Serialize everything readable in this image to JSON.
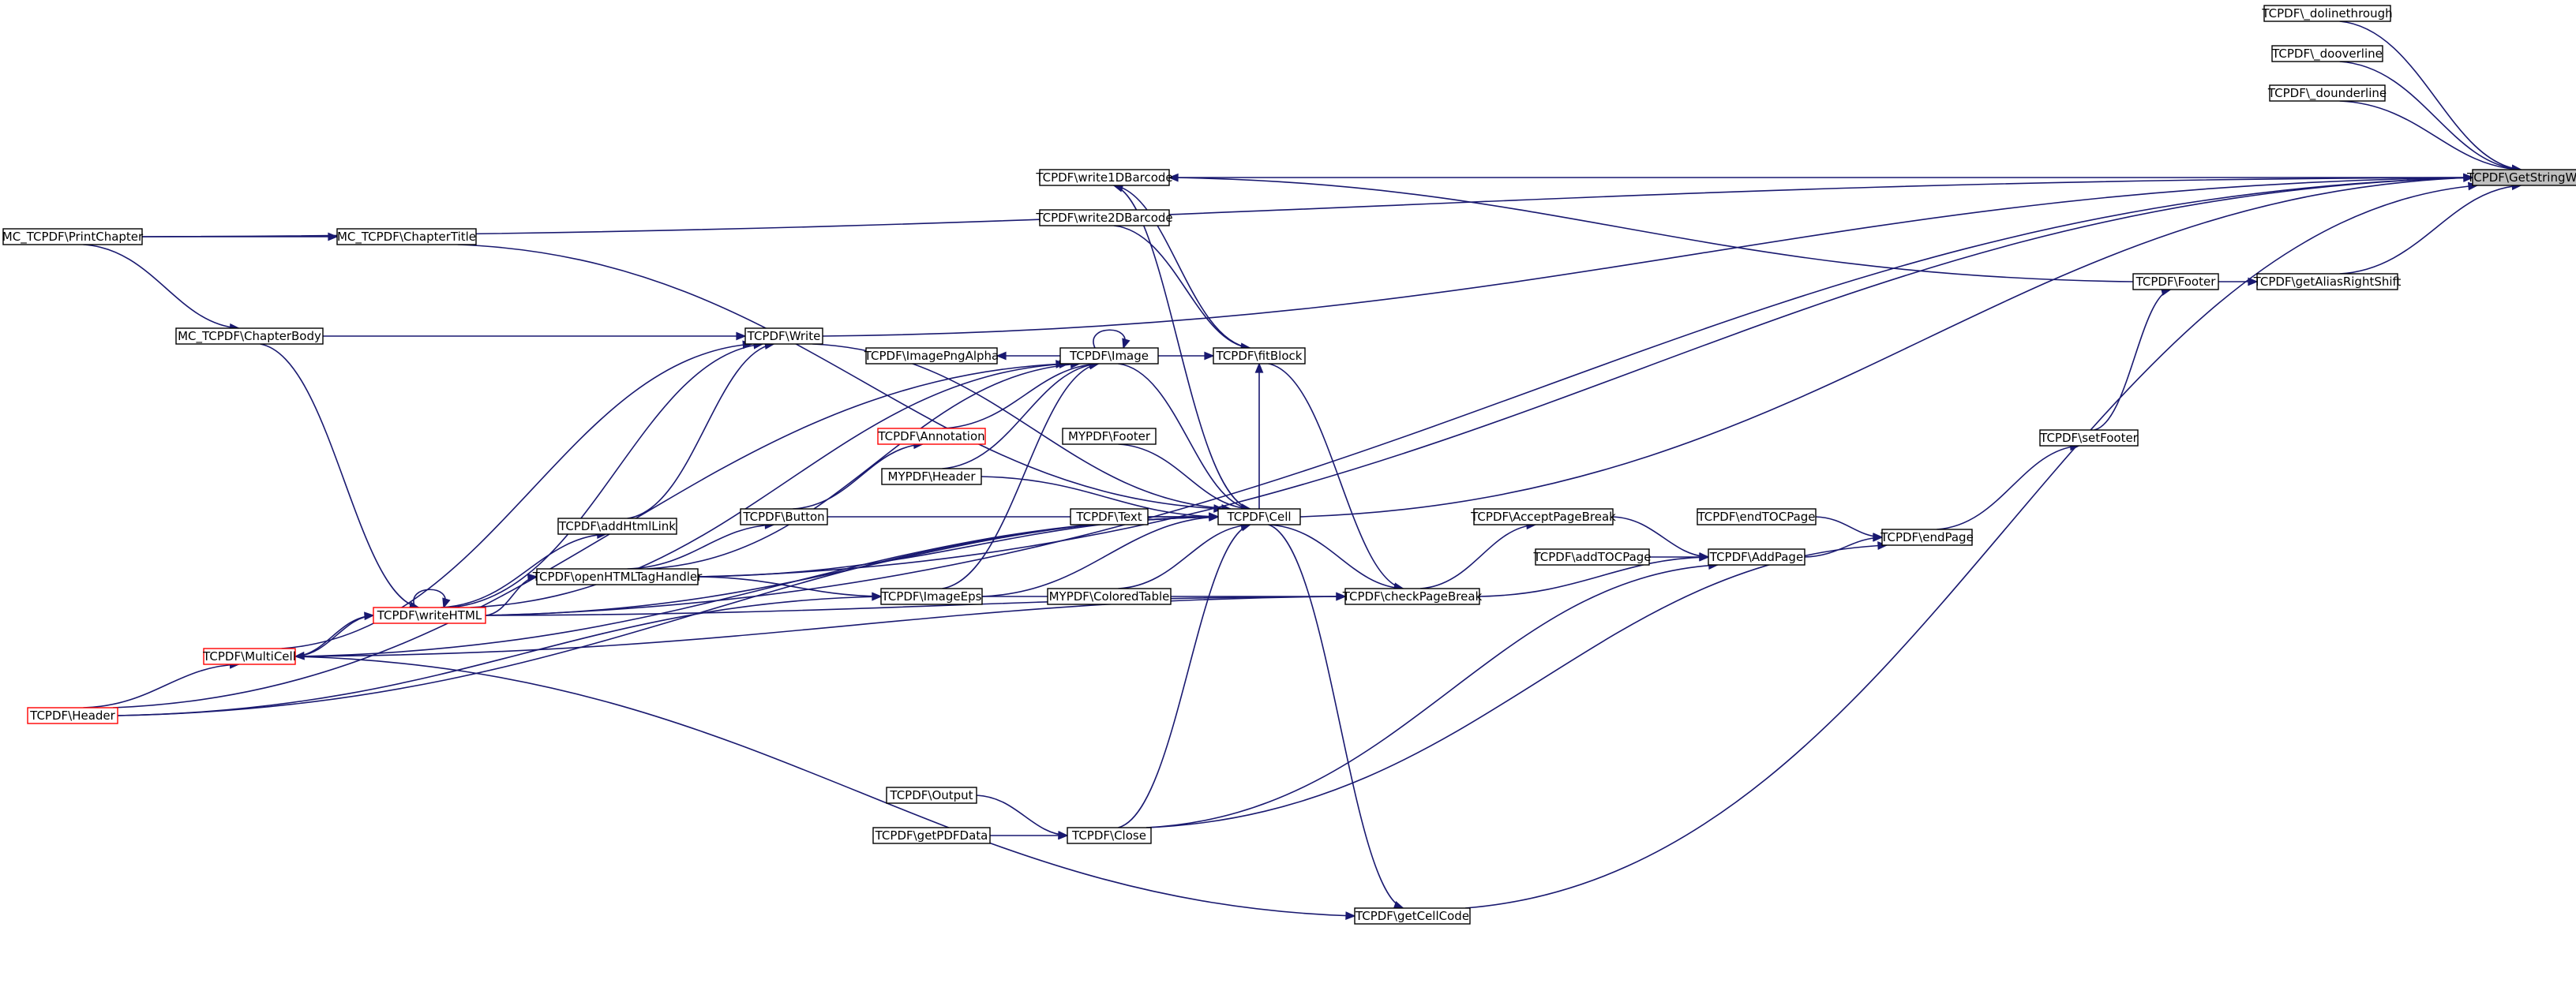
{
  "colors": {
    "edge": "#191970",
    "node_border": "#000000",
    "node_border_truncated": "#ff0000",
    "root_fill": "#bfbfbf",
    "background": "#ffffff"
  },
  "nodes": [
    {
      "id": "getstringwidth",
      "label": "TCPDF\\GetStringWidth",
      "style": "root"
    },
    {
      "id": "dolinethrough",
      "label": "TCPDF\\_dolinethrough",
      "style": "normal"
    },
    {
      "id": "dooverline",
      "label": "TCPDF\\_dooverline",
      "style": "normal"
    },
    {
      "id": "dounderline",
      "label": "TCPDF\\_dounderline",
      "style": "normal"
    },
    {
      "id": "getaliasrightshift",
      "label": "TCPDF\\getAliasRightShift",
      "style": "normal"
    },
    {
      "id": "footer",
      "label": "TCPDF\\Footer",
      "style": "normal"
    },
    {
      "id": "setfooter",
      "label": "TCPDF\\setFooter",
      "style": "normal"
    },
    {
      "id": "endpage",
      "label": "TCPDF\\endPage",
      "style": "normal"
    },
    {
      "id": "endtocpage",
      "label": "TCPDF\\endTOCPage",
      "style": "normal"
    },
    {
      "id": "addpage",
      "label": "TCPDF\\AddPage",
      "style": "normal"
    },
    {
      "id": "addtocpage",
      "label": "TCPDF\\addTOCPage",
      "style": "normal"
    },
    {
      "id": "acceptpagebreak",
      "label": "TCPDF\\AcceptPageBreak",
      "style": "normal"
    },
    {
      "id": "checkpagebreak",
      "label": "TCPDF\\checkPageBreak",
      "style": "normal"
    },
    {
      "id": "getcellcode",
      "label": "TCPDF\\getCellCode",
      "style": "normal"
    },
    {
      "id": "cell",
      "label": "TCPDF\\Cell",
      "style": "normal"
    },
    {
      "id": "fitblock",
      "label": "TCPDF\\fitBlock",
      "style": "normal"
    },
    {
      "id": "write1dbarcode",
      "label": "TCPDF\\write1DBarcode",
      "style": "normal"
    },
    {
      "id": "write2dbarcode",
      "label": "TCPDF\\write2DBarcode",
      "style": "normal"
    },
    {
      "id": "image",
      "label": "TCPDF\\Image",
      "style": "normal"
    },
    {
      "id": "imagepngalpha",
      "label": "TCPDF\\ImagePngAlpha",
      "style": "normal"
    },
    {
      "id": "annotation",
      "label": "TCPDF\\Annotation",
      "style": "red"
    },
    {
      "id": "mypdffooter",
      "label": "MYPDF\\Footer",
      "style": "normal"
    },
    {
      "id": "mypdfheader",
      "label": "MYPDF\\Header",
      "style": "normal"
    },
    {
      "id": "text",
      "label": "TCPDF\\Text",
      "style": "normal"
    },
    {
      "id": "coloredtable",
      "label": "MYPDF\\ColoredTable",
      "style": "normal"
    },
    {
      "id": "imageeps",
      "label": "TCPDF\\ImageEps",
      "style": "normal"
    },
    {
      "id": "close",
      "label": "TCPDF\\Close",
      "style": "normal"
    },
    {
      "id": "output",
      "label": "TCPDF\\Output",
      "style": "normal"
    },
    {
      "id": "getpdfdata",
      "label": "TCPDF\\getPDFData",
      "style": "normal"
    },
    {
      "id": "write",
      "label": "TCPDF\\Write",
      "style": "normal"
    },
    {
      "id": "addhtmllink",
      "label": "TCPDF\\addHtmlLink",
      "style": "normal"
    },
    {
      "id": "button",
      "label": "TCPDF\\Button",
      "style": "normal"
    },
    {
      "id": "openhtmltaghandler",
      "label": "TCPDF\\openHTMLTagHandler",
      "style": "normal"
    },
    {
      "id": "writehtml",
      "label": "TCPDF\\writeHTML",
      "style": "red"
    },
    {
      "id": "multicell",
      "label": "TCPDF\\MultiCell",
      "style": "red"
    },
    {
      "id": "header",
      "label": "TCPDF\\Header",
      "style": "red"
    },
    {
      "id": "printchapter",
      "label": "MC_TCPDF\\PrintChapter",
      "style": "normal"
    },
    {
      "id": "chaptertitle",
      "label": "MC_TCPDF\\ChapterTitle",
      "style": "normal"
    },
    {
      "id": "chapterbody",
      "label": "MC_TCPDF\\ChapterBody",
      "style": "normal"
    }
  ],
  "edges": [
    [
      "dolinethrough",
      "getstringwidth"
    ],
    [
      "dooverline",
      "getstringwidth"
    ],
    [
      "dounderline",
      "getstringwidth"
    ],
    [
      "getaliasrightshift",
      "getstringwidth"
    ],
    [
      "write1dbarcode",
      "getstringwidth"
    ],
    [
      "printchapter",
      "getstringwidth"
    ],
    [
      "write",
      "getstringwidth"
    ],
    [
      "cell",
      "getstringwidth"
    ],
    [
      "getcellcode",
      "getstringwidth"
    ],
    [
      "openhtmltaghandler",
      "getstringwidth"
    ],
    [
      "writehtml",
      "getstringwidth"
    ],
    [
      "footer",
      "getaliasrightshift"
    ],
    [
      "setfooter",
      "footer"
    ],
    [
      "endpage",
      "setfooter"
    ],
    [
      "endtocpage",
      "endpage"
    ],
    [
      "addpage",
      "endpage"
    ],
    [
      "close",
      "endpage"
    ],
    [
      "addtocpage",
      "addpage"
    ],
    [
      "acceptpagebreak",
      "addpage"
    ],
    [
      "checkpagebreak",
      "addpage"
    ],
    [
      "close",
      "addpage"
    ],
    [
      "checkpagebreak",
      "acceptpagebreak"
    ],
    [
      "cell",
      "checkpagebreak"
    ],
    [
      "fitblock",
      "checkpagebreak"
    ],
    [
      "imageeps",
      "checkpagebreak"
    ],
    [
      "writehtml",
      "checkpagebreak"
    ],
    [
      "multicell",
      "checkpagebreak"
    ],
    [
      "cell",
      "getcellcode"
    ],
    [
      "multicell",
      "getcellcode"
    ],
    [
      "fitblock",
      "write1dbarcode"
    ],
    [
      "footer",
      "write1dbarcode"
    ],
    [
      "cell",
      "write1dbarcode"
    ],
    [
      "write2dbarcode",
      "fitblock"
    ],
    [
      "image",
      "fitblock"
    ],
    [
      "cell",
      "fitblock"
    ],
    [
      "image",
      "cell"
    ],
    [
      "write",
      "cell"
    ],
    [
      "mypdffooter",
      "cell"
    ],
    [
      "mypdfheader",
      "cell"
    ],
    [
      "text",
      "cell"
    ],
    [
      "coloredtable",
      "cell"
    ],
    [
      "button",
      "cell"
    ],
    [
      "imageeps",
      "cell"
    ],
    [
      "close",
      "cell"
    ],
    [
      "chaptertitle",
      "cell"
    ],
    [
      "header",
      "cell"
    ],
    [
      "multicell",
      "cell"
    ],
    [
      "openhtmltaghandler",
      "cell"
    ],
    [
      "writehtml",
      "cell"
    ],
    [
      "image",
      "imagepngalpha"
    ],
    [
      "image",
      "image"
    ],
    [
      "annotation",
      "image"
    ],
    [
      "mypdfheader",
      "image"
    ],
    [
      "imageeps",
      "image"
    ],
    [
      "openhtmltaghandler",
      "image"
    ],
    [
      "header",
      "image"
    ],
    [
      "writehtml",
      "image"
    ],
    [
      "button",
      "annotation"
    ],
    [
      "openhtmltaghandler",
      "imageeps"
    ],
    [
      "header",
      "imageeps"
    ],
    [
      "output",
      "close"
    ],
    [
      "getpdfdata",
      "close"
    ],
    [
      "chapterbody",
      "write"
    ],
    [
      "addhtmllink",
      "write"
    ],
    [
      "writehtml",
      "write"
    ],
    [
      "multicell",
      "write"
    ],
    [
      "writehtml",
      "addhtmllink"
    ],
    [
      "openhtmltaghandler",
      "button"
    ],
    [
      "writehtml",
      "openhtmltaghandler"
    ],
    [
      "writehtml",
      "writehtml"
    ],
    [
      "chapterbody",
      "writehtml"
    ],
    [
      "multicell",
      "writehtml"
    ],
    [
      "writehtml",
      "multicell"
    ],
    [
      "header",
      "multicell"
    ],
    [
      "printchapter",
      "chaptertitle"
    ],
    [
      "printchapter",
      "chapterbody"
    ]
  ]
}
